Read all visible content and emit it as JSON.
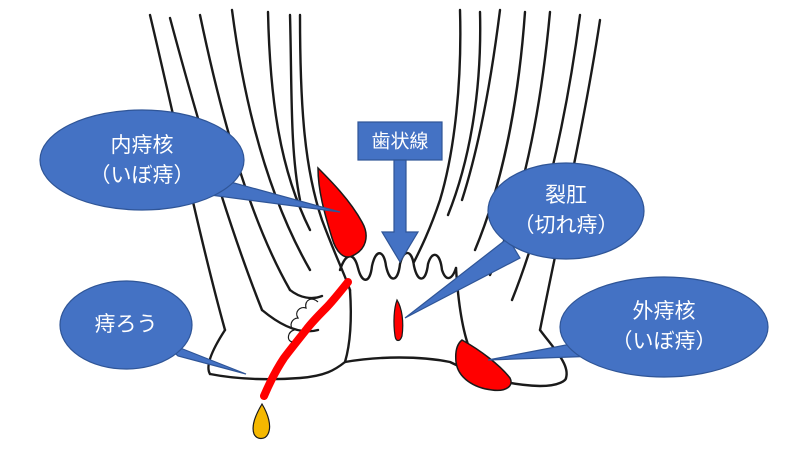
{
  "labels": {
    "internal": {
      "line1": "内痔核",
      "line2": "（いぼ痔）"
    },
    "dentate": "歯状線",
    "fissure": {
      "line1": "裂肛",
      "line2": "（切れ痔）"
    },
    "fistula": "痔ろう",
    "external": {
      "line1": "外痔核",
      "line2": "（いぼ痔）"
    }
  },
  "colors": {
    "callout": "#4472c4",
    "lesion": "#ff0000",
    "pus": "#f5b800",
    "outline": "#1a1a1a"
  }
}
